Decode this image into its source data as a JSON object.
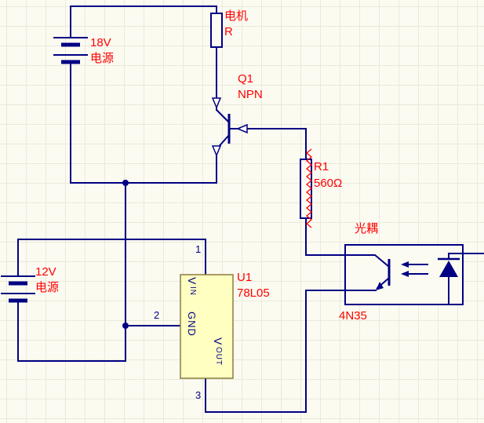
{
  "schematic": {
    "battery_18v": {
      "value": "18V",
      "label": "电源"
    },
    "motor_resistor": {
      "label": "电机",
      "ref": "R"
    },
    "q1": {
      "ref": "Q1",
      "type": "NPN"
    },
    "r1": {
      "ref": "R1",
      "value": "560Ω"
    },
    "optocoupler": {
      "label": "光耦",
      "part": "4N35"
    },
    "battery_12v": {
      "value": "12V",
      "label": "电源"
    },
    "regulator": {
      "ref": "U1",
      "part": "78L05",
      "pin_numbers": {
        "p1": "1",
        "p2": "2",
        "p3": "3"
      },
      "pin_names": {
        "vin_main": "V",
        "vin_sub": "IN",
        "gnd": "GND",
        "vout_main": "V",
        "vout_sub": "OUT"
      }
    }
  },
  "colors": {
    "wire": "#000084",
    "label_text": "#FF0000",
    "ic_body_fill": "#FFFFC2",
    "canvas_background": "#FBFBF1",
    "error_marker": "#FF0000"
  }
}
